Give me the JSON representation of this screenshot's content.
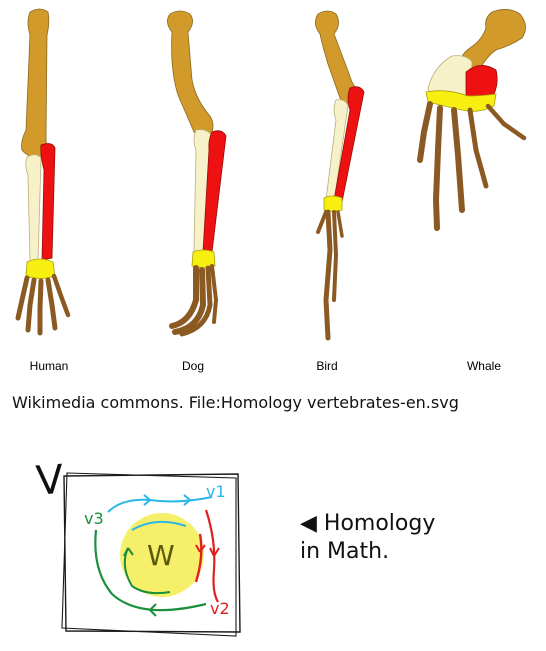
{
  "species_labels": {
    "human": "Human",
    "dog": "Dog",
    "bird": "Bird",
    "whale": "Whale"
  },
  "caption": "Wikimedia commons. File:Homology vertebrates-en.svg",
  "math_note": {
    "line1": "◀ Homology",
    "line2": "in Math."
  },
  "sketch_labels": {
    "space": "V",
    "subspace": "W",
    "v1": "v1",
    "v2": "v2",
    "v3": "v3"
  },
  "colors": {
    "humerus": "#d19a2a",
    "ulna": "#f6f1c8",
    "radius": "#ee1111",
    "carpals": "#f7ef10",
    "digits": "#8a5a22",
    "sketch_blue": "#2bb7e8",
    "sketch_green": "#1a8f3c",
    "sketch_red": "#e02020",
    "sketch_yellow": "#f5ee62"
  }
}
